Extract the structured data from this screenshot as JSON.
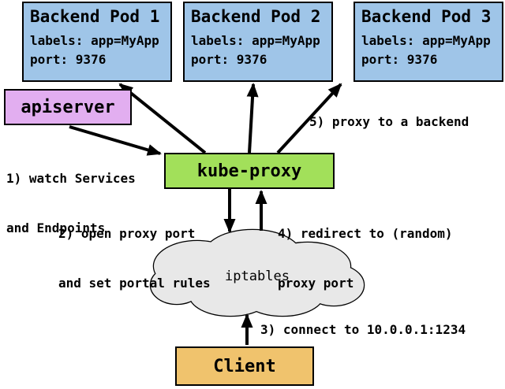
{
  "pods": [
    {
      "title": "Backend Pod 1",
      "labels": "labels: app=MyApp",
      "port": "port: 9376"
    },
    {
      "title": "Backend Pod 2",
      "labels": "labels: app=MyApp",
      "port": "port: 9376"
    },
    {
      "title": "Backend Pod 3",
      "labels": "labels: app=MyApp",
      "port": "port: 9376"
    }
  ],
  "apiserver": {
    "label": "apiserver"
  },
  "kube_proxy": {
    "label": "kube-proxy"
  },
  "iptables": {
    "label": "iptables"
  },
  "client": {
    "label": "Client"
  },
  "annotations": {
    "step1": [
      "1) watch Services",
      "and Endpoints"
    ],
    "step2": [
      "2) open proxy port",
      "and set portal rules"
    ],
    "step3": "3) connect to 10.0.0.1:1234",
    "step4": [
      "4) redirect to (random)",
      "proxy port"
    ],
    "step5": "5) proxy to a backend"
  },
  "colors": {
    "pod_fill": "#9fc5e8",
    "apiserver_fill": "#e2aef0",
    "kube_proxy_fill": "#a2e05a",
    "client_fill": "#f0c36d",
    "cloud_fill": "#e8e8e8",
    "border": "#000000",
    "arrow": "#000000"
  }
}
